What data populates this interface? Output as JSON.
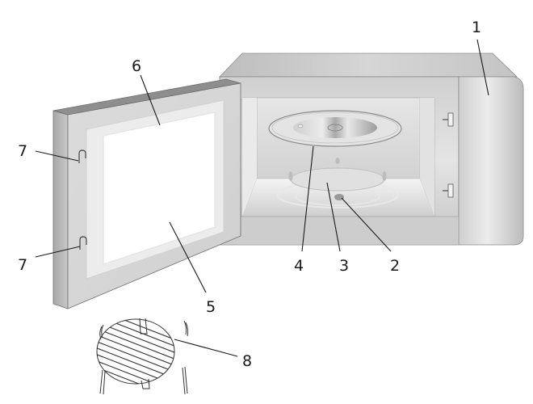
{
  "figure": {
    "subject": "Microwave oven with open door and accessory grill rack",
    "callouts": [
      {
        "id": "1",
        "label": "1",
        "points_to": "control-panel"
      },
      {
        "id": "2",
        "label": "2",
        "points_to": "turntable-drive-shaft"
      },
      {
        "id": "3",
        "label": "3",
        "points_to": "roller-ring"
      },
      {
        "id": "4",
        "label": "4",
        "points_to": "glass-turntable"
      },
      {
        "id": "5",
        "label": "5",
        "points_to": "door-window"
      },
      {
        "id": "6",
        "label": "6",
        "points_to": "door-seal-frame"
      },
      {
        "id": "7a",
        "label": "7",
        "points_to": "door-latch-upper"
      },
      {
        "id": "7b",
        "label": "7",
        "points_to": "door-latch-lower"
      },
      {
        "id": "8",
        "label": "8",
        "points_to": "grill-rack"
      }
    ]
  },
  "colors": {
    "body_light": "#e8e8e8",
    "body_mid": "#c8c8c8",
    "body_dark": "#9a9a9a",
    "outline": "#6e6e6e",
    "text": "#1a1a1a"
  }
}
